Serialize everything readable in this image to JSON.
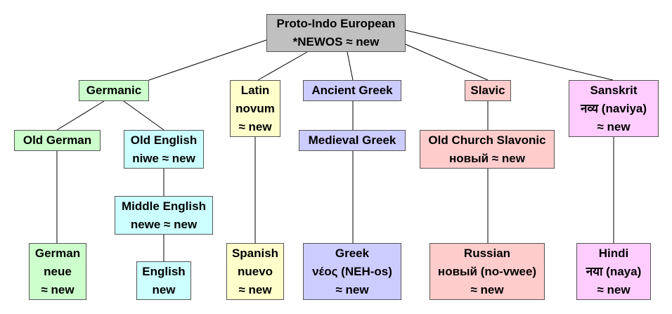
{
  "nodes": {
    "root": [
      "Proto-Indo European",
      "*NEWOS ≈ new"
    ],
    "germanic": [
      "Germanic"
    ],
    "latin": [
      "Latin",
      "novum",
      "≈ new"
    ],
    "ancient_greek": [
      "Ancient Greek"
    ],
    "slavic": [
      "Slavic"
    ],
    "sanskrit": [
      "Sanskrit",
      "नव्य (naviya)",
      "≈ new"
    ],
    "old_german": [
      "Old German"
    ],
    "old_english": [
      "Old English",
      "niwe ≈ new"
    ],
    "medieval_greek": [
      "Medieval Greek"
    ],
    "old_church_slavonic": [
      "Old Church Slavonic",
      "новый ≈ new"
    ],
    "middle_english": [
      "Middle English",
      "newe ≈ new"
    ],
    "german": [
      "German",
      "neue",
      "≈ new"
    ],
    "english": [
      "English",
      "new"
    ],
    "spanish": [
      "Spanish",
      "nuevo",
      "≈ new"
    ],
    "greek": [
      "Greek",
      "νέος (NEH-os)",
      "≈ new"
    ],
    "russian": [
      "Russian",
      "новый (no-vwee)",
      "≈ new"
    ],
    "hindi": [
      "Hindi",
      "नया (naya)",
      "≈ new"
    ]
  },
  "colors": {
    "proto": "#c0c0c0",
    "germanic": "#ccffcc",
    "english": "#ccffff",
    "romance": "#ffffcc",
    "greek": "#ccccff",
    "slavic": "#ffcccc",
    "indic": "#ffccff",
    "border": "#555555",
    "line": "#000000"
  }
}
